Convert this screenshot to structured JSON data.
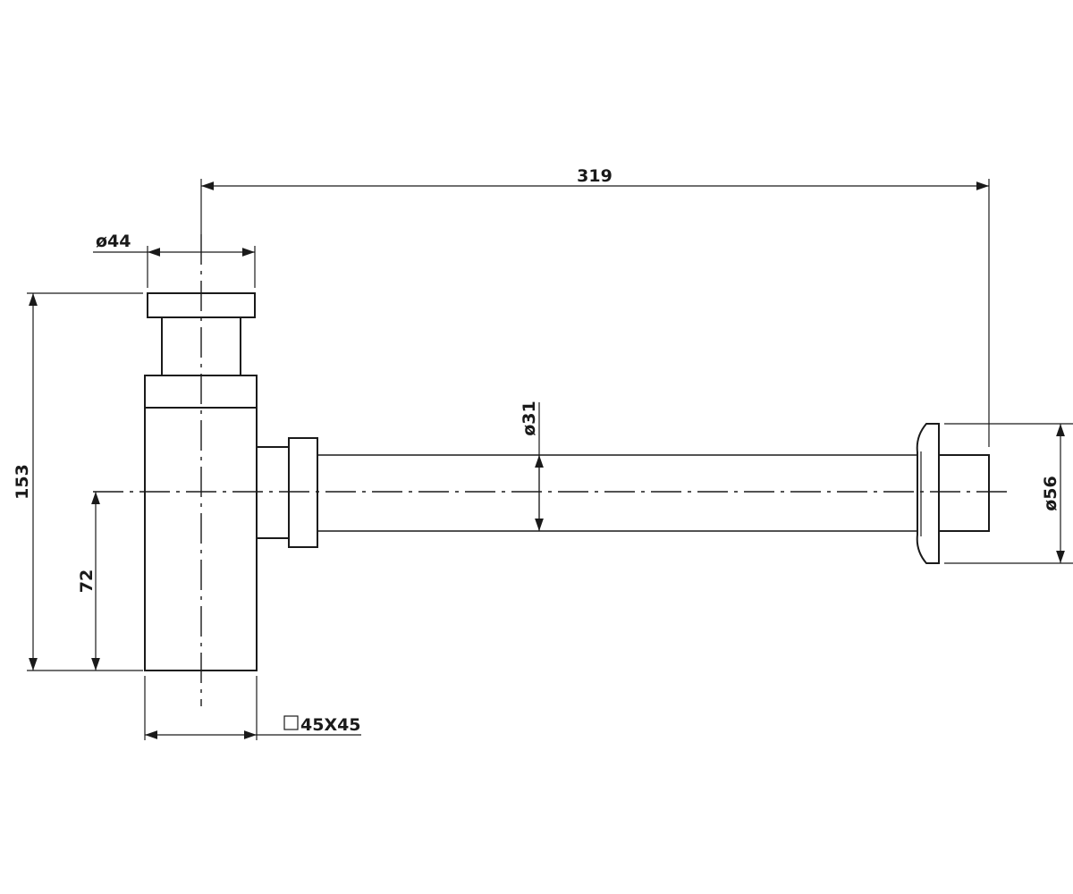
{
  "dimensions": {
    "overall_length": "319",
    "cap_diameter": "ø44",
    "total_height": "153",
    "outlet_height": "72",
    "pipe_diameter": "ø31",
    "flange_diameter": "ø56",
    "body_square": "45X45"
  },
  "colors": {
    "ink": "#1a1a1a",
    "paper": "#ffffff"
  }
}
